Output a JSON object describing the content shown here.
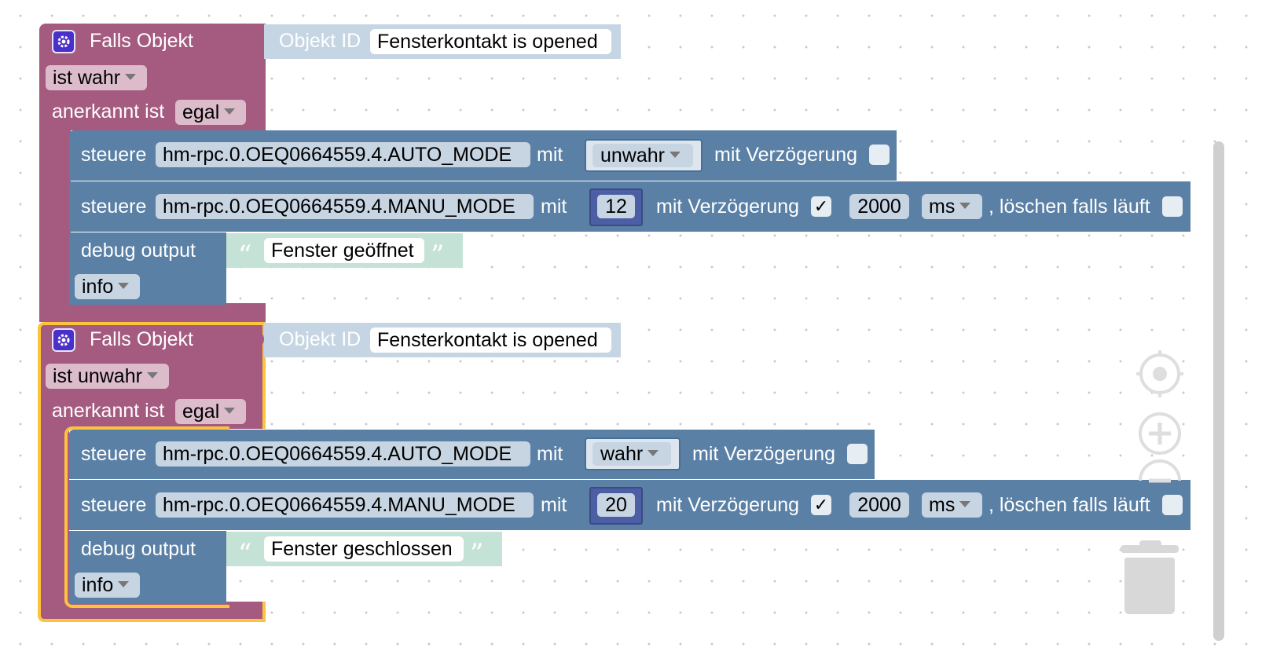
{
  "labels": {
    "falls_objekt": "Falls Objekt",
    "objekt_id": "Objekt ID",
    "anerkannt_ist": "anerkannt ist",
    "steuere": "steuere",
    "mit": "mit",
    "mit_verzoegerung": "mit Verzögerung",
    "loeschen": ", löschen falls läuft",
    "debug_output": "debug output",
    "ms": "ms",
    "quote_open": "“",
    "quote_close": "”",
    "check": "✓"
  },
  "block1": {
    "object_id": "Fensterkontakt is opened",
    "condition": "ist wahr",
    "acknowledged": "egal",
    "auto_state": "hm-rpc.0.OEQ0664559.4.AUTO_MODE",
    "auto_value": "unwahr",
    "auto_delay_checked": false,
    "manu_state": "hm-rpc.0.OEQ0664559.4.MANU_MODE",
    "manu_value": "12",
    "manu_delay_checked": true,
    "manu_delay": "2000",
    "manu_clear_checked": false,
    "debug_text": "Fenster geöffnet",
    "debug_level": "info"
  },
  "block2": {
    "object_id": "Fensterkontakt is opened",
    "condition": "ist unwahr",
    "acknowledged": "egal",
    "auto_state": "hm-rpc.0.OEQ0664559.4.AUTO_MODE",
    "auto_value": "wahr",
    "auto_delay_checked": false,
    "manu_state": "hm-rpc.0.OEQ0664559.4.MANU_MODE",
    "manu_value": "20",
    "manu_delay_checked": true,
    "manu_delay": "2000",
    "manu_clear_checked": false,
    "debug_text": "Fenster geschlossen",
    "debug_level": "info",
    "selected": true
  },
  "colors": {
    "event_block": "#a55b80",
    "action_block": "#5b80a5",
    "object_block": "#c5d5e3",
    "string_block": "#c4e3d6",
    "selection_outline": "#fcc43d",
    "gear_icon": "#4a2fc8"
  },
  "workspace_controls": [
    "recenter-icon",
    "zoom-in-icon",
    "zoom-out-icon",
    "trash-icon"
  ]
}
